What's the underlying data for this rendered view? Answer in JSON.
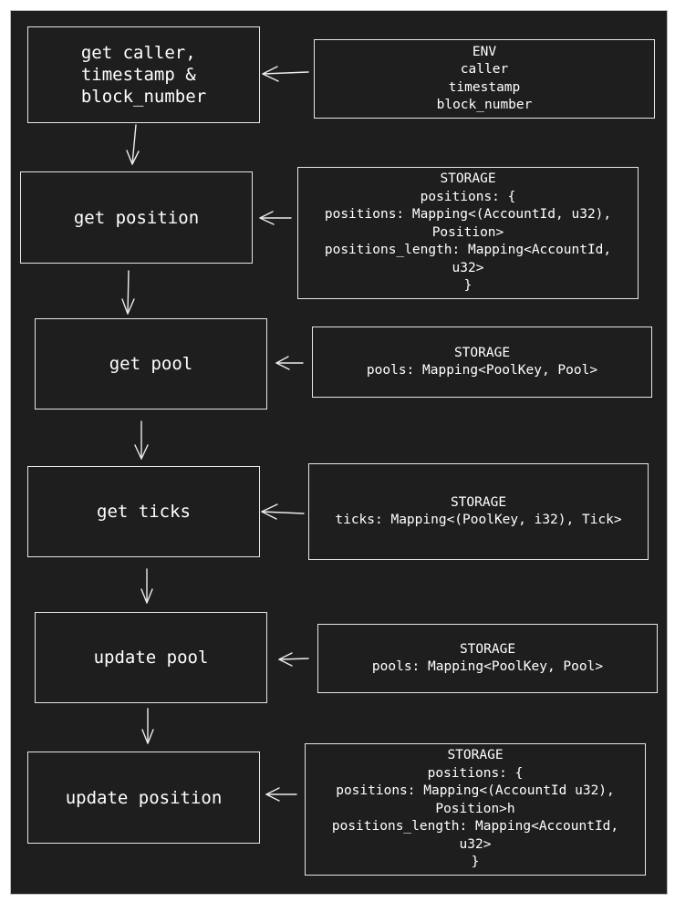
{
  "steps": [
    {
      "label": "get caller,\ntimestamp &\nblock_number"
    },
    {
      "label": "get position"
    },
    {
      "label": "get pool"
    },
    {
      "label": "get ticks"
    },
    {
      "label": "update pool"
    },
    {
      "label": "update position"
    }
  ],
  "sources": [
    {
      "text": "ENV\ncaller\ntimestamp\nblock_number"
    },
    {
      "text": "STORAGE\npositions: {\npositions: Mapping<(AccountId, u32),\nPosition>\npositions_length: Mapping<AccountId,\nu32>\n}"
    },
    {
      "text": "STORAGE\npools: Mapping<PoolKey, Pool>"
    },
    {
      "text": "STORAGE\nticks: Mapping<(PoolKey, i32), Tick>"
    },
    {
      "text": "STORAGE\npools: Mapping<PoolKey, Pool>"
    },
    {
      "text": "STORAGE\npositions: {\npositions: Mapping<(AccountId u32),\nPosition>h\npositions_length: Mapping<AccountId,\nu32>\n}"
    }
  ],
  "colors": {
    "background": "#1e1e1e",
    "stroke": "#e6e6e6",
    "text": "#ffffff"
  }
}
